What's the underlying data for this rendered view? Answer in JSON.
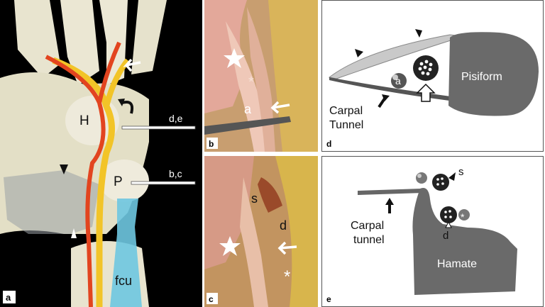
{
  "figure": {
    "panel_letters": {
      "a": "a",
      "b": "b",
      "c": "c",
      "d": "d",
      "e": "e"
    }
  },
  "panel_a": {
    "bone_h": "H",
    "bone_p": "P",
    "tendon_label": "fcu",
    "level_de": "d,e",
    "level_bc": "b,c",
    "colors": {
      "ulnar_artery": "#e2441f",
      "ulnar_nerve": "#f2c428",
      "fcu": "#6ec6e0"
    }
  },
  "panel_b": {
    "label_a": "a"
  },
  "panel_c": {
    "label_s": "s",
    "label_d": "d"
  },
  "panel_d": {
    "bone": "Pisiform",
    "label_a": "a",
    "tunnel_line1": "Carpal",
    "tunnel_line2": "Tunnel"
  },
  "panel_e": {
    "bone": "Hamate",
    "label_s": "s",
    "label_d": "d",
    "tunnel_line1": "Carpal",
    "tunnel_line2": "tunnel"
  }
}
